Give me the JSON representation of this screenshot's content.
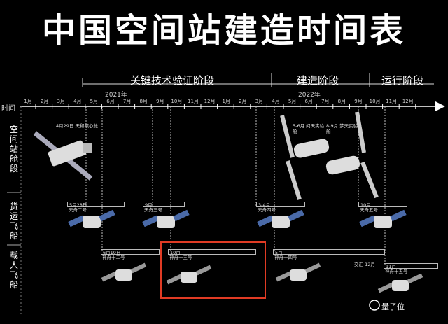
{
  "title": "中国空间站建造时间表",
  "phases": [
    "关键技术验证阶段",
    "建造阶段",
    "运行阶段"
  ],
  "years": [
    "2021年",
    "2022年"
  ],
  "axis_label": "时间",
  "months": [
    "1月",
    "2月",
    "3月",
    "4月",
    "5月",
    "6月",
    "7月",
    "8月",
    "9月",
    "10月",
    "11月",
    "12月",
    "1月",
    "2月",
    "3月",
    "4月",
    "5月",
    "6月",
    "7月",
    "8月",
    "9月",
    "10月",
    "11月",
    "12月"
  ],
  "rows": [
    "空间站舱段",
    "货运飞船",
    "载人飞船"
  ],
  "station_notes": [
    "4月29日 天和核心舱",
    "5-6月 问天实验舱",
    "8-9月 梦天实验舱"
  ],
  "cargo_notes": [
    {
      "date": "5月28日",
      "name": "天舟二号"
    },
    {
      "date": "9月",
      "name": "天舟三号"
    },
    {
      "date": "3-4月",
      "name": "天舟四号"
    },
    {
      "date": "10月",
      "name": "天舟五号"
    }
  ],
  "crew_notes": [
    {
      "date": "6月10日",
      "name": "神舟十二号"
    },
    {
      "date": "10月",
      "name": "神舟十三号"
    },
    {
      "date": "5月",
      "name": "神舟十四号"
    },
    {
      "date": "11月",
      "name": "神舟十五号"
    }
  ],
  "crew_extra": "交汇 12月",
  "watermark": "量子位"
}
